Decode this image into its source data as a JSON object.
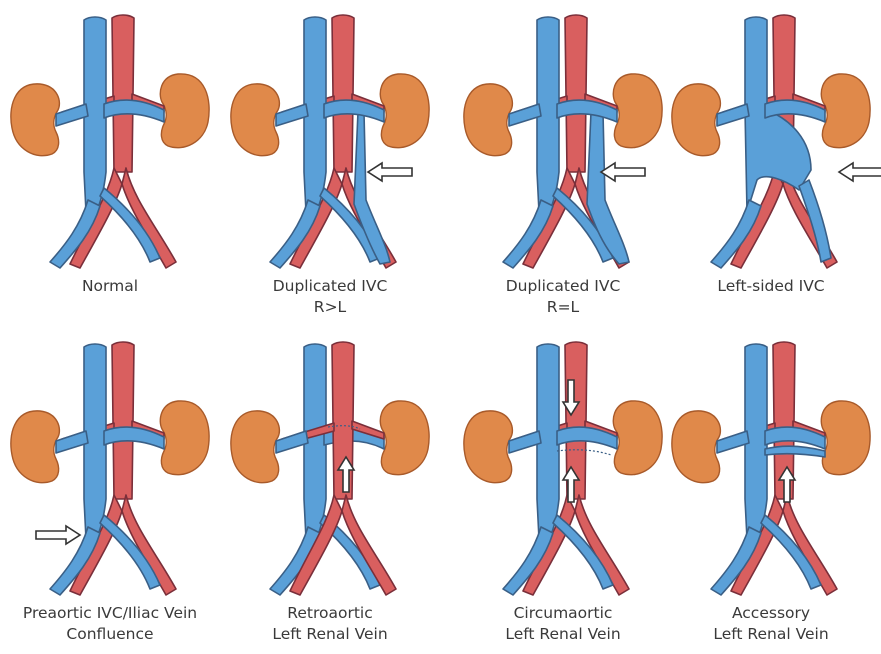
{
  "colors": {
    "vein": "#5aa0d8",
    "vein_stroke": "#3a5f86",
    "artery": "#d95f5f",
    "artery_stroke": "#7a2f3a",
    "kidney": "#e0894a",
    "kidney_stroke": "#a85a2a",
    "arrow_fill": "#ffffff",
    "arrow_stroke": "#333333",
    "caption_text": "#3a3a3a"
  },
  "panels": [
    {
      "caption": [
        "Normal"
      ],
      "variant": "normal"
    },
    {
      "caption": [
        "Duplicated IVC",
        "R>L"
      ],
      "variant": "duplicated-r-gt-l",
      "arrow": "left"
    },
    {
      "caption": [
        "Duplicated IVC",
        "R=L"
      ],
      "variant": "duplicated-r-eq-l",
      "arrow": "left"
    },
    {
      "caption": [
        "Left-sided IVC"
      ],
      "variant": "left-sided",
      "arrow": "left"
    },
    {
      "caption": [
        "Preaortic IVC/Iliac Vein",
        "Confluence"
      ],
      "variant": "preaortic",
      "arrow": "right"
    },
    {
      "caption": [
        "Retroaortic",
        "Left Renal Vein"
      ],
      "variant": "retroaortic",
      "arrow": "up"
    },
    {
      "caption": [
        "Circumaortic",
        "Left Renal Vein"
      ],
      "variant": "circumaortic",
      "arrow": "up-down"
    },
    {
      "caption": [
        "Accessory",
        "Left Renal Vein"
      ],
      "variant": "accessory",
      "arrow": "up"
    }
  ]
}
